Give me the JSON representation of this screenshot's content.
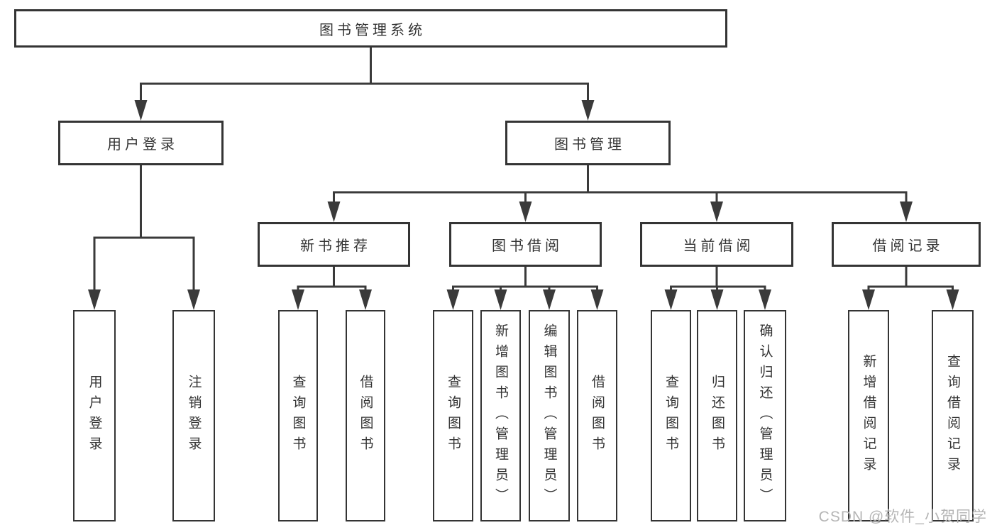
{
  "diagram": {
    "type": "function-structure-tree",
    "colors": {
      "line": "#3a3a3a",
      "box_border": "#343434",
      "text": "#333333",
      "watermark": "#b5b5b5",
      "background": "#ffffff"
    },
    "tree": {
      "root": {
        "label": "图书管理系统"
      },
      "branches": [
        {
          "label": "用户登录",
          "children": [
            {
              "label": "用户登录"
            },
            {
              "label": "注销登录"
            }
          ]
        },
        {
          "label": "图书管理",
          "children": [
            {
              "label": "新书推荐",
              "children": [
                {
                  "label": "查询图书"
                },
                {
                  "label": "借阅图书"
                }
              ]
            },
            {
              "label": "图书借阅",
              "children": [
                {
                  "label": "查询图书"
                },
                {
                  "label": "新增图书（管理员）"
                },
                {
                  "label": "编辑图书（管理员）"
                },
                {
                  "label": "借阅图书"
                }
              ]
            },
            {
              "label": "当前借阅",
              "children": [
                {
                  "label": "查询图书"
                },
                {
                  "label": "归还图书"
                },
                {
                  "label": "确认归还（管理员）"
                }
              ]
            },
            {
              "label": "借阅记录",
              "children": [
                {
                  "label": "新增借阅记录"
                },
                {
                  "label": "查询借阅记录"
                }
              ]
            }
          ]
        }
      ]
    },
    "watermark": {
      "text": "CSDN @软件_小贺同学"
    }
  }
}
